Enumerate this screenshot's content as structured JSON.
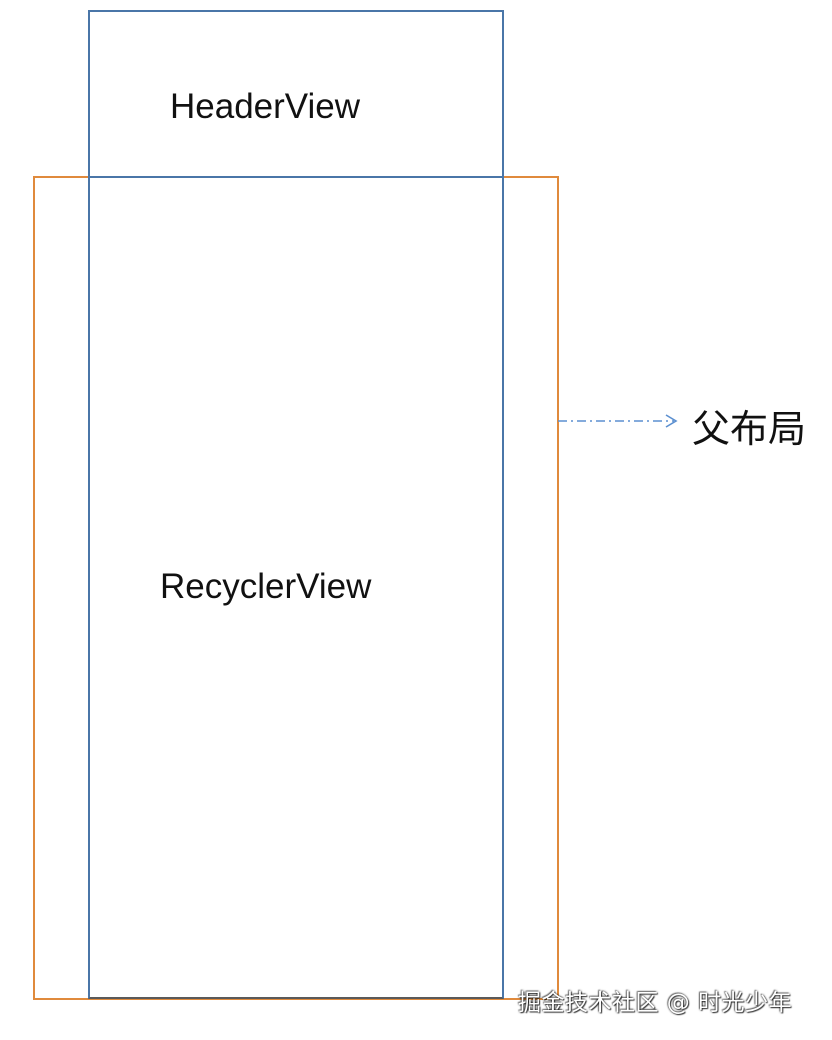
{
  "diagram": {
    "header_view": {
      "label": "HeaderView"
    },
    "recycler_view": {
      "label": "RecyclerView"
    },
    "parent_layout": {
      "label": "父布局"
    },
    "colors": {
      "view_border": "#4a76a8",
      "parent_border": "#e08a3c",
      "arrow": "#5b8fd0"
    }
  },
  "watermark": {
    "text": "掘金技术社区 @ 时光少年"
  }
}
